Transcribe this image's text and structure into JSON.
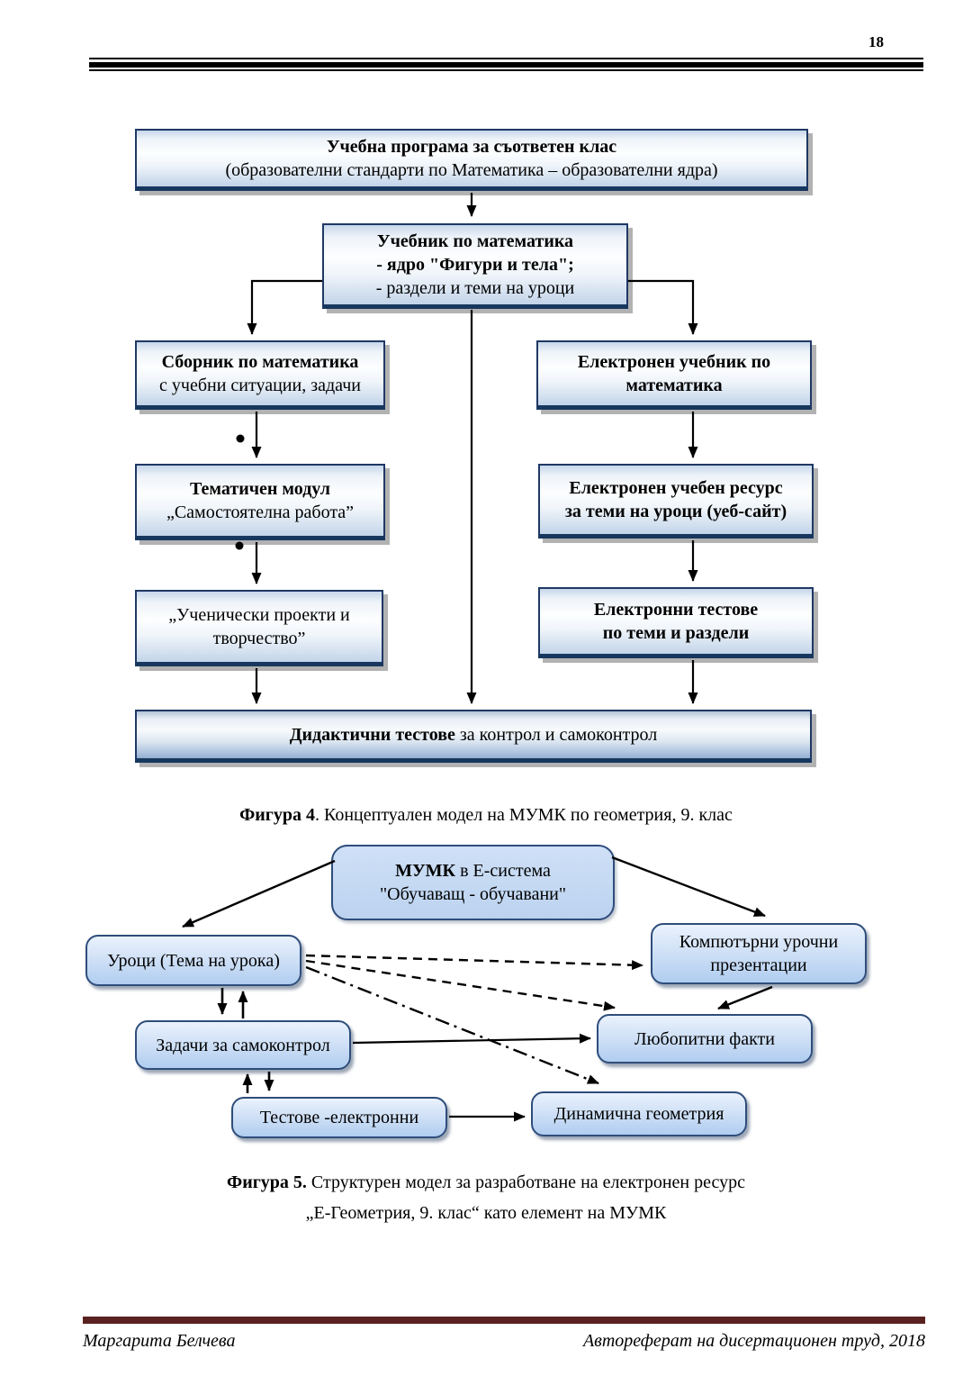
{
  "page": {
    "number": "18"
  },
  "colors": {
    "box_border": "#1f3864",
    "box_fill_light": "#eef3f9",
    "box_fill_blue": "#b0cdf0",
    "footer_rule": "#5a2121",
    "connector": "#000000"
  },
  "figure4": {
    "caption": {
      "bold": "Фигура 4",
      "rest": ". Концептуален модел на МУМК по геометрия, 9. клас"
    },
    "boxes": {
      "program": {
        "line1": "Учебна програма за съответен клас",
        "line2": "(образователни стандарти по Математика – образователни ядра)"
      },
      "textbook": {
        "line1": "Учебник по математика",
        "line2": "- ядро \"Фигури и тела\";",
        "line3": "- раздели и теми на уроци"
      },
      "workbook": {
        "line1": "Сборник по математика",
        "line2": "с учебни ситуации, задачи"
      },
      "module": {
        "line1": "Тематичен модул",
        "line2": "„Самостоятелна работа”"
      },
      "projects": {
        "line1": "„Ученически проекти и",
        "line2": "творчество”"
      },
      "ebook": {
        "line1": "Електронен учебник по",
        "line2": "математика"
      },
      "eresource": {
        "line1": "Електронен учебен ресурс",
        "line2": "за теми на уроци (уеб-сайт)"
      },
      "etests": {
        "line1": "Електронни тестове",
        "line2": "по теми и раздели"
      },
      "didactic": {
        "bold": "Дидактични тестове",
        "rest": " за контрол и самоконтрол"
      }
    }
  },
  "figure5": {
    "caption": {
      "bold": "Фигура 5.",
      "rest": " Структурен модел за разработване на електронен ресурс",
      "line2": "„Е-Геометрия, 9. клас“ като елемент на МУМК"
    },
    "boxes": {
      "mumk": {
        "bold": "МУМК",
        "rest": " в Е-система",
        "line2": "\"Обучаващ - обучавани\""
      },
      "lessons": "Уроци (Тема на урока)",
      "tasks": "Задачи за самоконтрол",
      "etests": "Тестове -електронни",
      "presentations": {
        "line1": "Компютърни урочни",
        "line2": "презентации"
      },
      "facts": "Любопитни факти",
      "dynamic": "Динамична геометрия"
    }
  },
  "footer": {
    "left": "Маргарита Белчева",
    "right": "Автореферат на дисертационен труд, 2018"
  }
}
